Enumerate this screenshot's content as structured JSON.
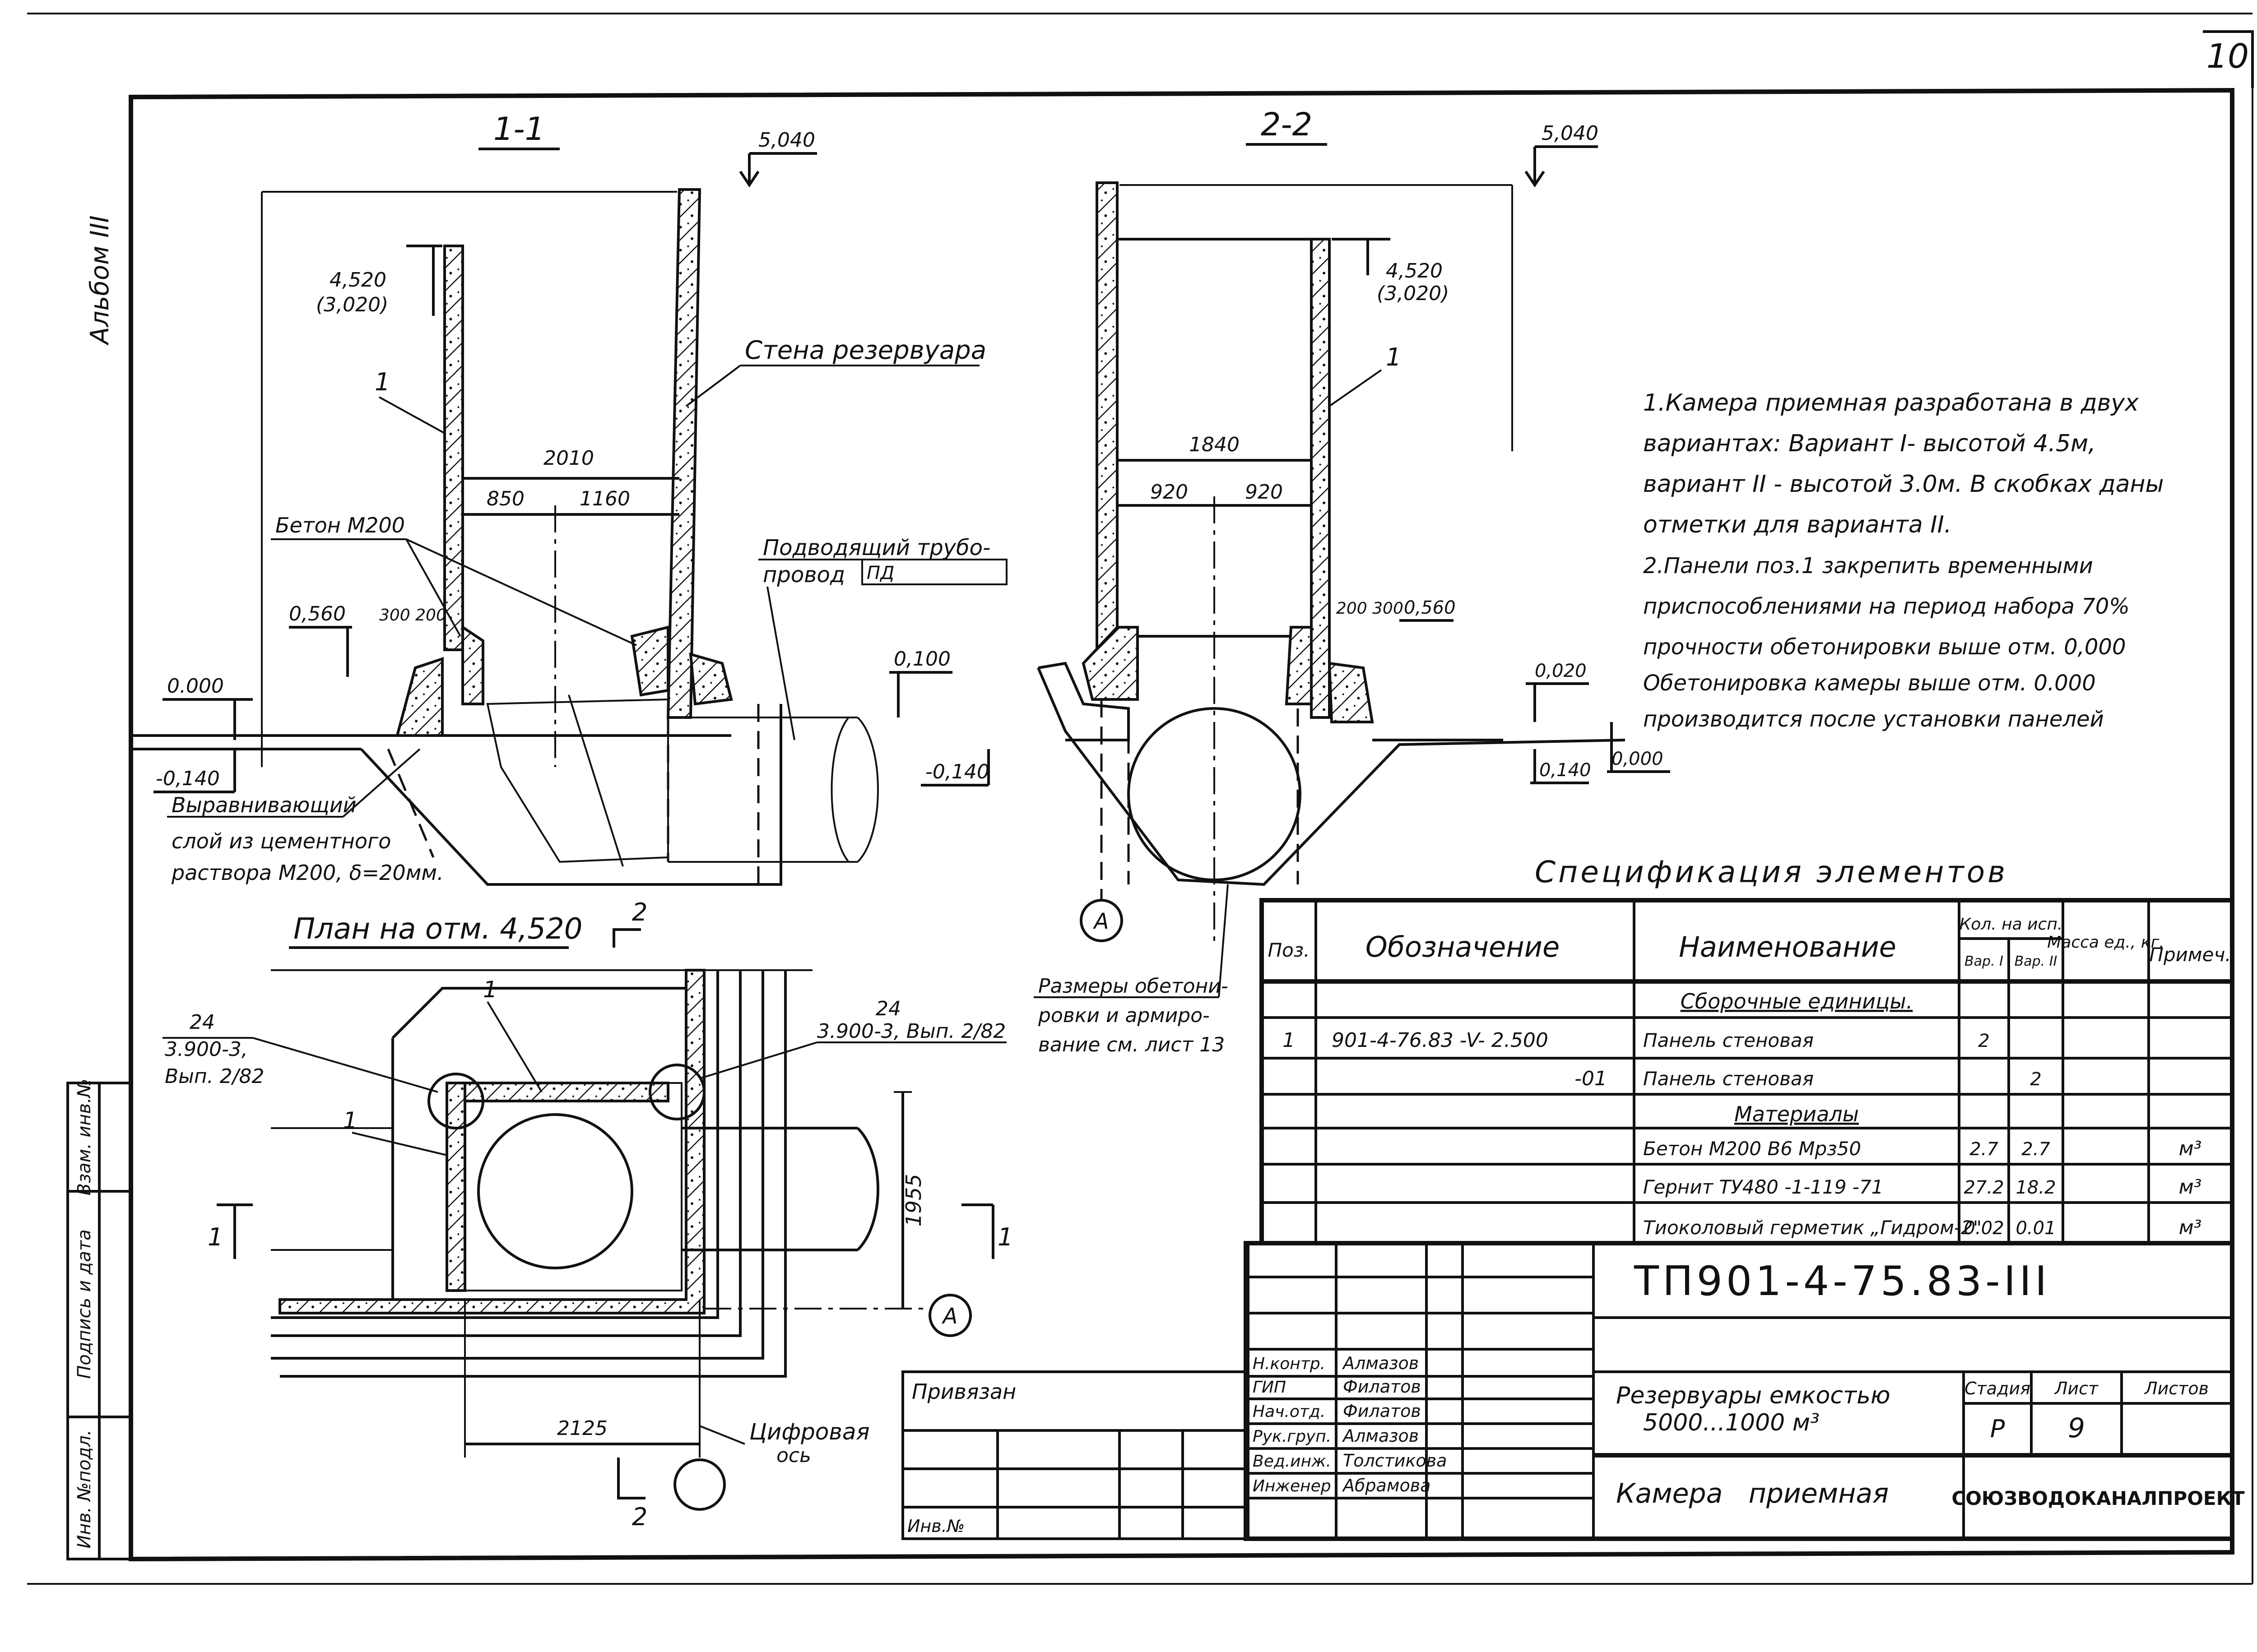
{
  "sheet": {
    "number": "10",
    "album": "Альбом III",
    "side_stamp": {
      "inv_orig": "Инв. №подл.",
      "sign_date": "Подпись и дата",
      "inv_replace": "Взам. инв.№"
    }
  },
  "section_1": {
    "title": "1-1",
    "elev_top": "5,040",
    "elev_variant": "4,520",
    "elev_variant_alt": "(3,020)",
    "label_wall": "Стена резервуара",
    "label_panel": "1",
    "dim_width": "2010",
    "dim_left": "850",
    "dim_right": "1160",
    "label_concrete": "Бетон М200",
    "elev_0560": "0,560",
    "dim_300_200": "300 200",
    "elev_0100": "0,100",
    "elev_0000": "0.000",
    "elev_m0140_left": "-0,140",
    "elev_m0140_right": "-0,140",
    "pipe_label_1": "Подводящий трубо-",
    "pipe_label_2": "провод",
    "pipe_code": "ПД",
    "level_layer_1": "Выравнивающий",
    "level_layer_2": "слой из цементного",
    "level_layer_3": "раствора М200, δ=20мм."
  },
  "section_2": {
    "title": "2-2",
    "elev_top": "5,040",
    "elev_variant": "4,520",
    "elev_variant_alt": "(3,020)",
    "label_panel": "1",
    "dim_width": "1840",
    "dim_left": "920",
    "dim_right": "920",
    "dim_200_300": "200 300",
    "elev_0560": "0,560",
    "elev_0020": "0,020",
    "elev_0140": "0,140",
    "elev_0000": "0,000",
    "axis_mark": "А",
    "note_1": "Размеры обетони-",
    "note_2": "ровки и армиро-",
    "note_3": "вание см. лист 13"
  },
  "plan": {
    "title": "План на отм. 4,520",
    "cut_mark": "2",
    "cut_mark_bottom": "2",
    "cut_1_left": "1",
    "cut_1_right": "1",
    "panel_1a": "1",
    "panel_1b": "1",
    "ref_left_num": "24",
    "ref_left_1": "3.900-3,",
    "ref_left_2": "Вып. 2/82",
    "ref_right_num": "24",
    "ref_right_text": "3.900-3, Вып. 2/82",
    "dim_1955": "1955",
    "dim_2125": "2125",
    "axis_mark": "А",
    "digital_axis_1": "Цифровая",
    "digital_axis_2": "ось"
  },
  "notes": [
    "1.Камера приемная разработана в двух",
    "вариантах: Вариант I- высотой 4.5м,",
    "вариант II - высотой 3.0м. В скобках даны",
    "отметки для варианта II.",
    "2.Панели  поз.1 закрепить временными",
    "приспособлениями на период набора 70%",
    "прочности обетонировки выше отм. 0,000",
    "Обетонировка камеры выше отм. 0.000",
    "производится после установки панелей"
  ],
  "spec": {
    "title": "Спецификация элементов",
    "headers": {
      "pos": "Поз.",
      "designation": "Обозначение",
      "name": "Наименование",
      "qty": "Кол. на исп.",
      "var1": "Вар. I",
      "var2": "Вар. II",
      "mass": "Масса ед., кг.",
      "note": "Примеч."
    },
    "rows": [
      {
        "pos": "",
        "designation": "",
        "name": "Сборочные единицы.",
        "q1": "",
        "q2": "",
        "mass": "",
        "note": ""
      },
      {
        "pos": "1",
        "designation": "901-4-76.83 -V- 2.500",
        "name": "Панель стеновая",
        "q1": "2",
        "q2": "",
        "mass": "",
        "note": ""
      },
      {
        "pos": "",
        "designation": "-01",
        "name": "Панель стеновая",
        "q1": "",
        "q2": "2",
        "mass": "",
        "note": ""
      },
      {
        "pos": "",
        "designation": "",
        "name": "Материалы",
        "q1": "",
        "q2": "",
        "mass": "",
        "note": ""
      },
      {
        "pos": "",
        "designation": "",
        "name": "Бетон М200 В6 Мрз50",
        "q1": "2.7",
        "q2": "2.7",
        "mass": "",
        "note": "м³"
      },
      {
        "pos": "",
        "designation": "",
        "name": "Гернит ТУ480 -1-119 -71",
        "q1": "27.2",
        "q2": "18.2",
        "mass": "",
        "note": "м³"
      },
      {
        "pos": "",
        "designation": "",
        "name": "Тиоколовый герметик „Гидром-2\"",
        "q1": "0.02",
        "q2": "0.01",
        "mass": "",
        "note": "м³"
      }
    ]
  },
  "titleblock": {
    "doc_code": "ТП901-4-75.83-III",
    "bound": "Привязан",
    "inv_no": "Инв.№",
    "roles": [
      {
        "role": "Н.контр.",
        "name": "Алмазов"
      },
      {
        "role": "ГИП",
        "name": "Филатов"
      },
      {
        "role": "Нач.отд.",
        "name": "Филатов"
      },
      {
        "role": "Рук.груп.",
        "name": "Алмазов"
      },
      {
        "role": "Вед.инж.",
        "name": "Толстикова"
      },
      {
        "role": "Инженер",
        "name": "Абрамова"
      }
    ],
    "object_1": "Резервуары емкостью",
    "object_2": "5000...1000 м³",
    "stage_hdr": "Стадия",
    "sheet_hdr": "Лист",
    "sheets_hdr": "Листов",
    "stage": "Р",
    "sheet": "9",
    "sheets": "",
    "drawing_name": "Камера   приемная",
    "org": "СОЮЗВОДОКАНАЛПРОЕКТ"
  }
}
